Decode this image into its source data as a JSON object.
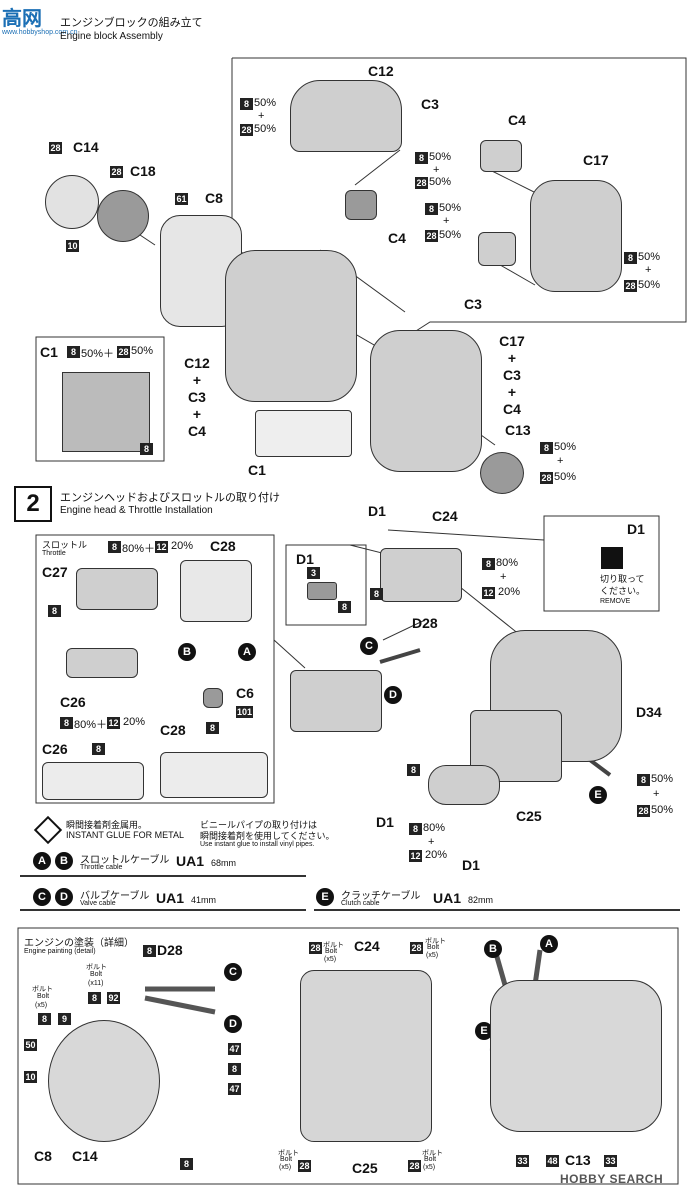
{
  "watermark": {
    "top": "高网",
    "sub": "www.hobbyshop.com.cn",
    "bottom": "HOBBY SEARCH"
  },
  "section1": {
    "title_jp": "エンジンブロックの組み立て",
    "title_en": "Engine block Assembly"
  },
  "section2": {
    "number": "2",
    "title_jp": "エンジンヘッドおよびスロットルの取り付け",
    "title_en": "Engine head & Throttle Installation"
  },
  "mix": {
    "pct50": "50%",
    "pct80": "80%",
    "pct20": "20%",
    "plus": "+",
    "c8_50_28_50": "50%＋",
    "c8_80_12_20": "80%＋"
  },
  "paints": {
    "p8": "8",
    "p28": "28",
    "p12": "12",
    "p10": "10",
    "p61": "61",
    "p3": "3",
    "p101": "101",
    "p9": "9",
    "p92": "92",
    "p47": "47",
    "p50": "50",
    "p33": "33",
    "p48": "48"
  },
  "parts": {
    "C12": "C12",
    "C3": "C3",
    "C4": "C4",
    "C17": "C17",
    "C14": "C14",
    "C18": "C18",
    "C8": "C8",
    "C1": "C1",
    "C13": "C13",
    "C12_C3_C4": [
      "C12",
      "+",
      "C3",
      "+",
      "C4"
    ],
    "C17_C3_C4": [
      "C17",
      "+",
      "C3",
      "+",
      "C4"
    ],
    "D1": "D1",
    "C24": "C24",
    "D28": "D28",
    "D34": "D34",
    "C25": "C25",
    "C27": "C27",
    "C28": "C28",
    "C26": "C26",
    "C6": "C6"
  },
  "throttle": {
    "jp": "スロットル",
    "en": "Throttle"
  },
  "d1_cut": {
    "jp": "切り取って",
    "jp2": "ください。",
    "en": "REMOVE"
  },
  "glue_metal": {
    "jp": "瞬間接着剤金属用。",
    "en": "INSTANT GLUE FOR METAL"
  },
  "vinyl_note": {
    "jp1": "ビニールパイプの取り付けは",
    "jp2": "瞬間接着剤を使用してください。",
    "en": "Use instant glue to install vinyl pipes."
  },
  "cables": [
    {
      "letters": [
        "A",
        "B"
      ],
      "jp": "スロットルケーブル",
      "en": "Throttle cable",
      "part": "UA1",
      "len": "68mm"
    },
    {
      "letters": [
        "C",
        "D"
      ],
      "jp": "バルブケーブル",
      "en": "Valve cable",
      "part": "UA1",
      "len": "41mm"
    },
    {
      "letters": [
        "E"
      ],
      "jp": "クラッチケーブル",
      "en": "Clutch cable",
      "part": "UA1",
      "len": "82mm"
    }
  ],
  "letters": {
    "A": "A",
    "B": "B",
    "C": "C",
    "D": "D",
    "E": "E"
  },
  "painting": {
    "jp": "エンジンの塗装（詳細）",
    "en": "Engine painting (detail)"
  },
  "bolt": {
    "jp": "ボルト",
    "en": "Bolt",
    "x5": "(x5)",
    "x11": "(x11)"
  }
}
